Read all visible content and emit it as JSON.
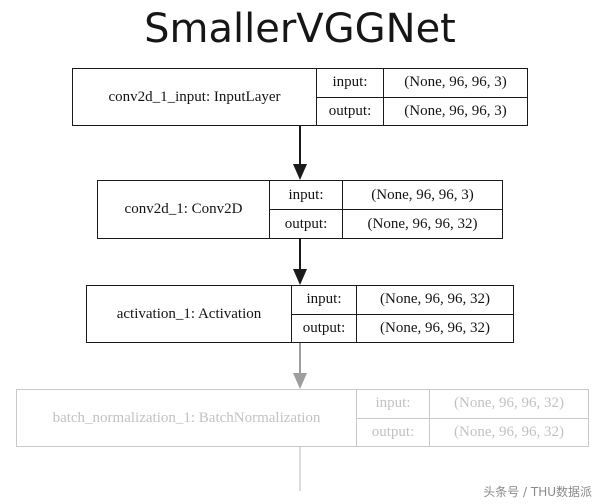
{
  "title": "SmallerVGGNet",
  "diagram": {
    "type": "flowchart",
    "direction": "top-to-bottom",
    "io_labels": {
      "input": "input:",
      "output": "output:"
    },
    "nodes": [
      {
        "id": "conv2d_1_input",
        "name": "conv2d_1_input: InputLayer",
        "input": "(None, 96, 96, 3)",
        "output": "(None, 96, 96, 3)",
        "state": "normal"
      },
      {
        "id": "conv2d_1",
        "name": "conv2d_1: Conv2D",
        "input": "(None, 96, 96, 3)",
        "output": "(None, 96, 96, 32)",
        "state": "normal"
      },
      {
        "id": "activation_1",
        "name": "activation_1: Activation",
        "input": "(None, 96, 96, 32)",
        "output": "(None, 96, 96, 32)",
        "state": "normal"
      },
      {
        "id": "batch_normalization_1",
        "name": "batch_normalization_1: BatchNormalization",
        "input": "(None, 96, 96, 32)",
        "output": "(None, 96, 96, 32)",
        "state": "faded"
      }
    ],
    "edges": [
      {
        "from": "conv2d_1_input",
        "to": "conv2d_1",
        "style": "solid-arrow"
      },
      {
        "from": "conv2d_1",
        "to": "activation_1",
        "style": "solid-arrow"
      },
      {
        "from": "activation_1",
        "to": "batch_normalization_1",
        "style": "faded-arrow"
      },
      {
        "from": "batch_normalization_1",
        "to": "",
        "style": "faded-dashed"
      }
    ]
  },
  "watermark": "头条号 / THU数据派"
}
